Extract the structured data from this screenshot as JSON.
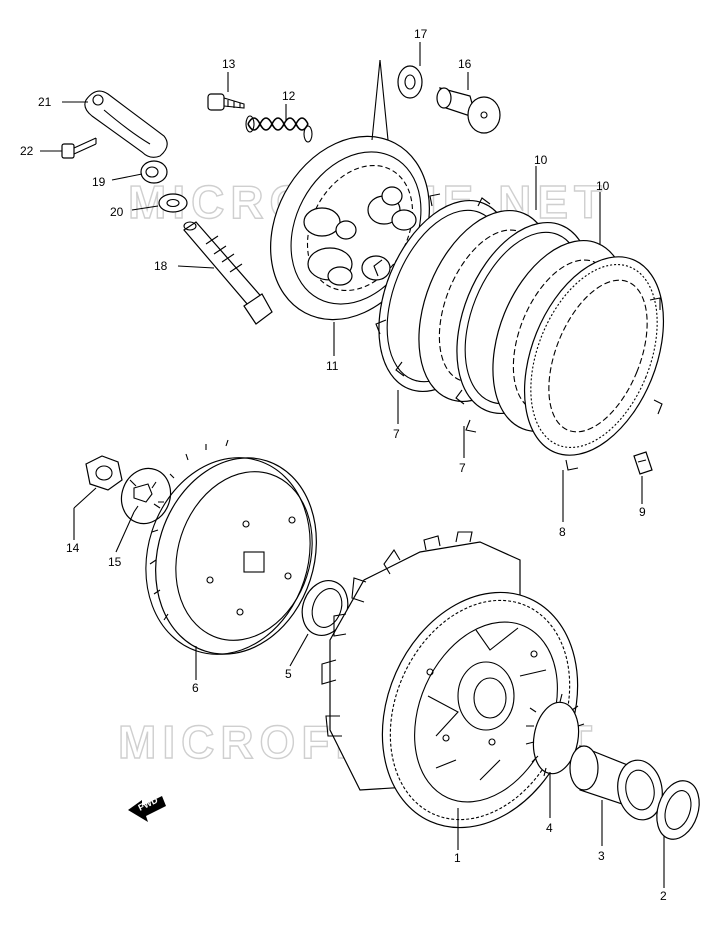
{
  "watermark": "MICROFICHE.NET",
  "direction_badge": "FWD",
  "parts": [
    {
      "id": "p1",
      "label": "1"
    },
    {
      "id": "p2",
      "label": "2"
    },
    {
      "id": "p3",
      "label": "3"
    },
    {
      "id": "p4",
      "label": "4"
    },
    {
      "id": "p5",
      "label": "5"
    },
    {
      "id": "p6",
      "label": "6"
    },
    {
      "id": "p7a",
      "label": "7"
    },
    {
      "id": "p7b",
      "label": "7"
    },
    {
      "id": "p8",
      "label": "8"
    },
    {
      "id": "p9",
      "label": "9"
    },
    {
      "id": "p10a",
      "label": "10"
    },
    {
      "id": "p10b",
      "label": "10"
    },
    {
      "id": "p11",
      "label": "11"
    },
    {
      "id": "p12",
      "label": "12"
    },
    {
      "id": "p13",
      "label": "13"
    },
    {
      "id": "p14",
      "label": "14"
    },
    {
      "id": "p15",
      "label": "15"
    },
    {
      "id": "p16",
      "label": "16"
    },
    {
      "id": "p17",
      "label": "17"
    },
    {
      "id": "p18",
      "label": "18"
    },
    {
      "id": "p19",
      "label": "19"
    },
    {
      "id": "p20",
      "label": "20"
    },
    {
      "id": "p21",
      "label": "21"
    },
    {
      "id": "p22",
      "label": "22"
    }
  ]
}
